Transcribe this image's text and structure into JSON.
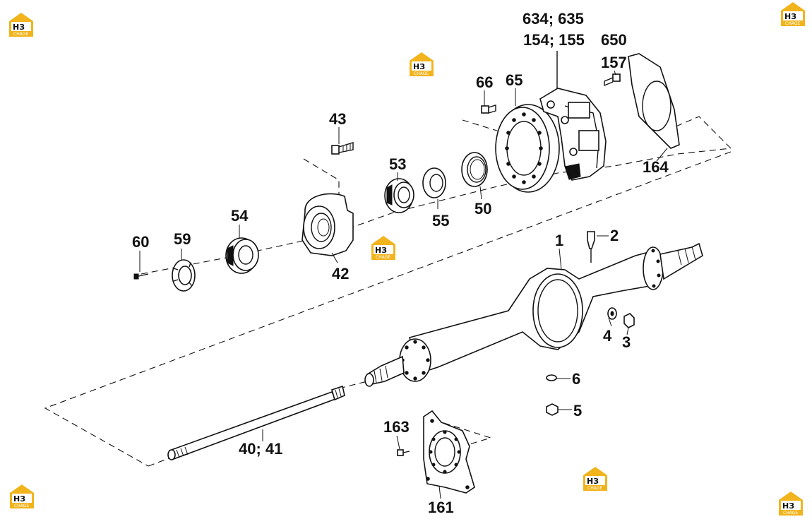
{
  "watermark": {
    "brand": "НЗ",
    "sub": "CHAGE"
  },
  "callouts": [
    {
      "id": "60",
      "text": "60"
    },
    {
      "id": "59",
      "text": "59"
    },
    {
      "id": "54",
      "text": "54"
    },
    {
      "id": "43",
      "text": "43"
    },
    {
      "id": "42",
      "text": "42"
    },
    {
      "id": "53",
      "text": "53"
    },
    {
      "id": "55",
      "text": "55"
    },
    {
      "id": "50",
      "text": "50"
    },
    {
      "id": "66",
      "text": "66"
    },
    {
      "id": "65",
      "text": "65"
    },
    {
      "id": "634-635",
      "text": "634; 635"
    },
    {
      "id": "154-155",
      "text": "154; 155"
    },
    {
      "id": "650",
      "text": "650"
    },
    {
      "id": "157",
      "text": "157"
    },
    {
      "id": "164",
      "text": "164"
    },
    {
      "id": "1",
      "text": "1"
    },
    {
      "id": "2",
      "text": "2"
    },
    {
      "id": "4",
      "text": "4"
    },
    {
      "id": "3",
      "text": "3"
    },
    {
      "id": "6",
      "text": "6"
    },
    {
      "id": "5",
      "text": "5"
    },
    {
      "id": "40-41",
      "text": "40; 41"
    },
    {
      "id": "163",
      "text": "163"
    },
    {
      "id": "161",
      "text": "161"
    }
  ]
}
